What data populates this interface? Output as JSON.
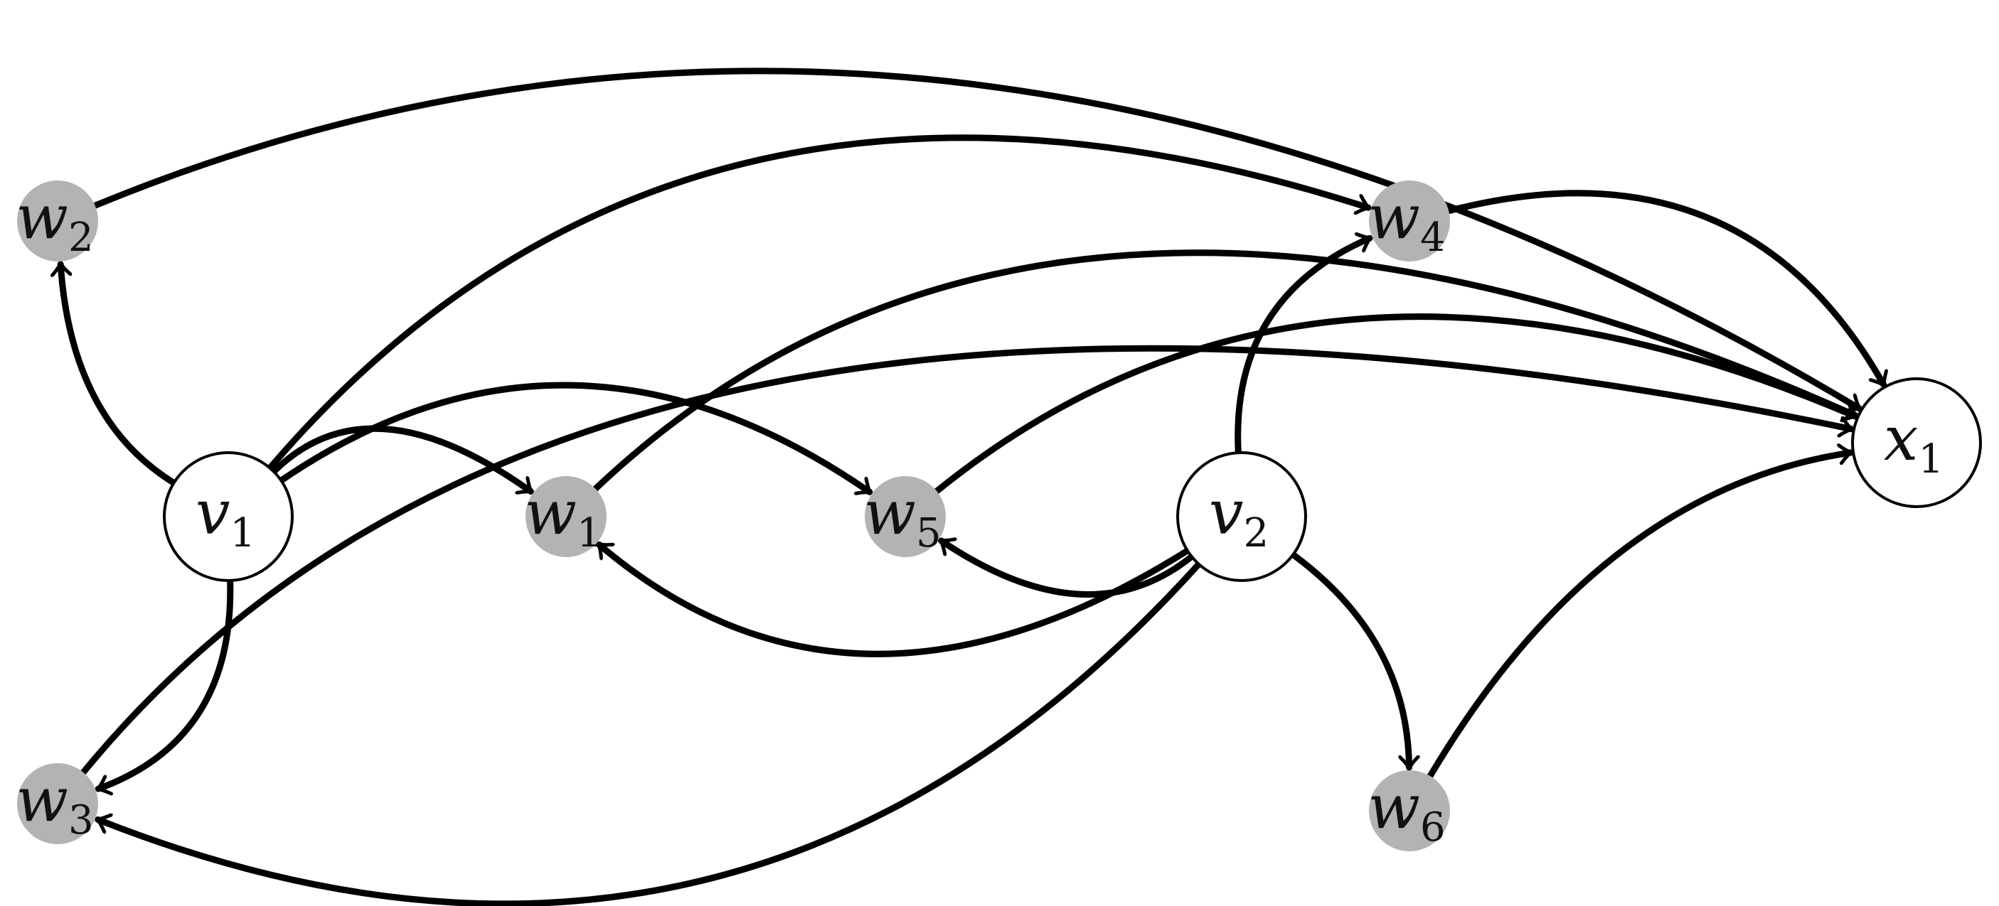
{
  "nodes": [
    {
      "id": "v1",
      "base": "v",
      "sub": "1",
      "style": "white"
    },
    {
      "id": "v2",
      "base": "v",
      "sub": "2",
      "style": "white"
    },
    {
      "id": "x1",
      "base": "x",
      "sub": "1",
      "style": "white"
    },
    {
      "id": "w1",
      "base": "w",
      "sub": "1",
      "style": "gray"
    },
    {
      "id": "w2",
      "base": "w",
      "sub": "2",
      "style": "gray"
    },
    {
      "id": "w3",
      "base": "w",
      "sub": "3",
      "style": "gray"
    },
    {
      "id": "w4",
      "base": "w",
      "sub": "4",
      "style": "gray"
    },
    {
      "id": "w5",
      "base": "w",
      "sub": "5",
      "style": "gray"
    },
    {
      "id": "w6",
      "base": "w",
      "sub": "6",
      "style": "gray"
    }
  ],
  "edges": [
    {
      "from": "v1",
      "to": "w2"
    },
    {
      "from": "v1",
      "to": "w4"
    },
    {
      "from": "v1",
      "to": "w1"
    },
    {
      "from": "v1",
      "to": "w5"
    },
    {
      "from": "v1",
      "to": "w3"
    },
    {
      "from": "w2",
      "to": "x1"
    },
    {
      "from": "w4",
      "to": "x1"
    },
    {
      "from": "w3",
      "to": "x1"
    },
    {
      "from": "w1",
      "to": "x1"
    },
    {
      "from": "w5",
      "to": "x1"
    },
    {
      "from": "w6",
      "to": "x1"
    },
    {
      "from": "v2",
      "to": "w4"
    },
    {
      "from": "v2",
      "to": "w5"
    },
    {
      "from": "v2",
      "to": "w1"
    },
    {
      "from": "v2",
      "to": "w3"
    },
    {
      "from": "v2",
      "to": "w6"
    }
  ],
  "colors": {
    "stroke": "#000000",
    "observed_fill": "#b3b3b3",
    "latent_fill": "#ffffff"
  }
}
